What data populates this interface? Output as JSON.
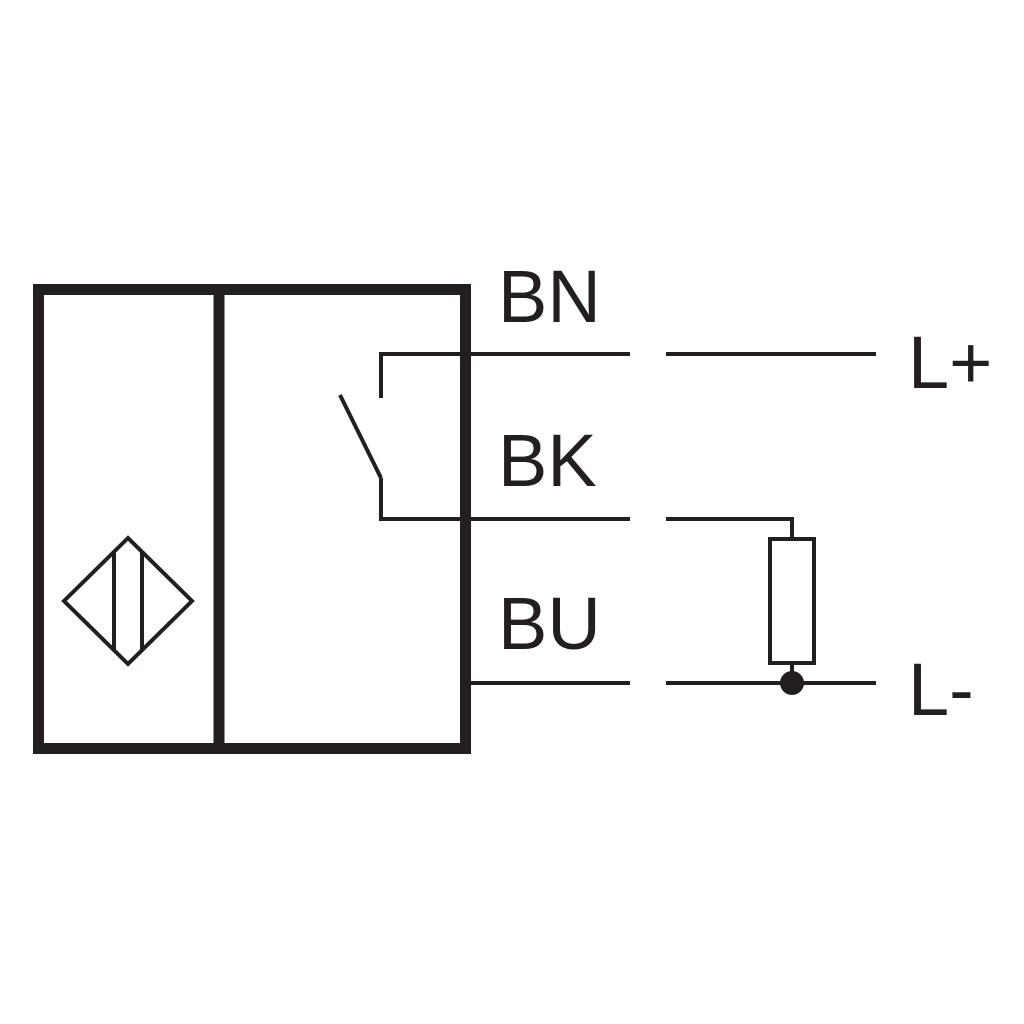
{
  "diagram": {
    "wire_labels": {
      "brown": "BN",
      "black": "BK",
      "blue": "BU"
    },
    "terminal_labels": {
      "positive": "L+",
      "negative": "L-"
    },
    "colors": {
      "ink": "#231f20",
      "background": "#ffffff"
    },
    "symbols": {
      "sensor": "inductive-sensor-diamond-icon",
      "switch": "normally-open-switch-icon",
      "load": "resistor-load-icon",
      "junction": "junction-dot-icon"
    }
  }
}
